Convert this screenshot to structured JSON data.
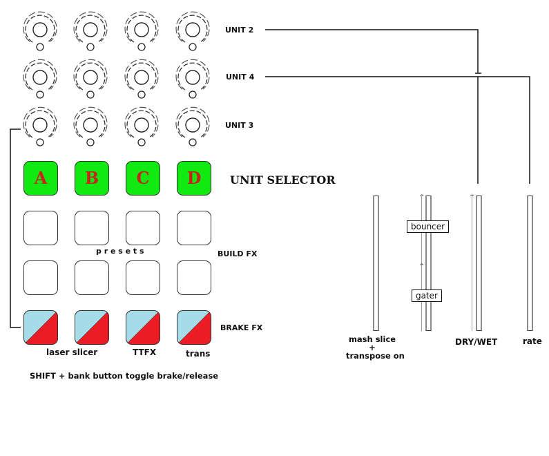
{
  "knob_rows": [
    {
      "label": "UNIT 2",
      "knobs": 4
    },
    {
      "label": "UNIT 4",
      "knobs": 4
    },
    {
      "label": "UNIT 3",
      "knobs": 4
    }
  ],
  "unit_selector": {
    "label": "UNIT SELECTOR",
    "buttons": [
      "A",
      "B",
      "C",
      "D"
    ],
    "color": "#12e812",
    "letter_color": "#c4261c"
  },
  "build_fx": {
    "label": "BUILD FX",
    "presets_label": "p r e s e t s"
  },
  "brake_fx": {
    "label": "BRAKE FX",
    "colors": {
      "top": "#a6dbe8",
      "bottom": "#ec1c24"
    },
    "pad_labels": [
      "laser slicer",
      "TTFX",
      "trans"
    ],
    "note": "SHIFT + bank button toggle brake/release"
  },
  "sliders": [
    {
      "label_line1": "mash slice",
      "label_line2": "+",
      "label_line3": "transpose on"
    },
    {
      "tags": [
        "bouncer",
        "gater"
      ]
    },
    {
      "label": "DRY/WET"
    },
    {
      "label": "rate"
    }
  ]
}
